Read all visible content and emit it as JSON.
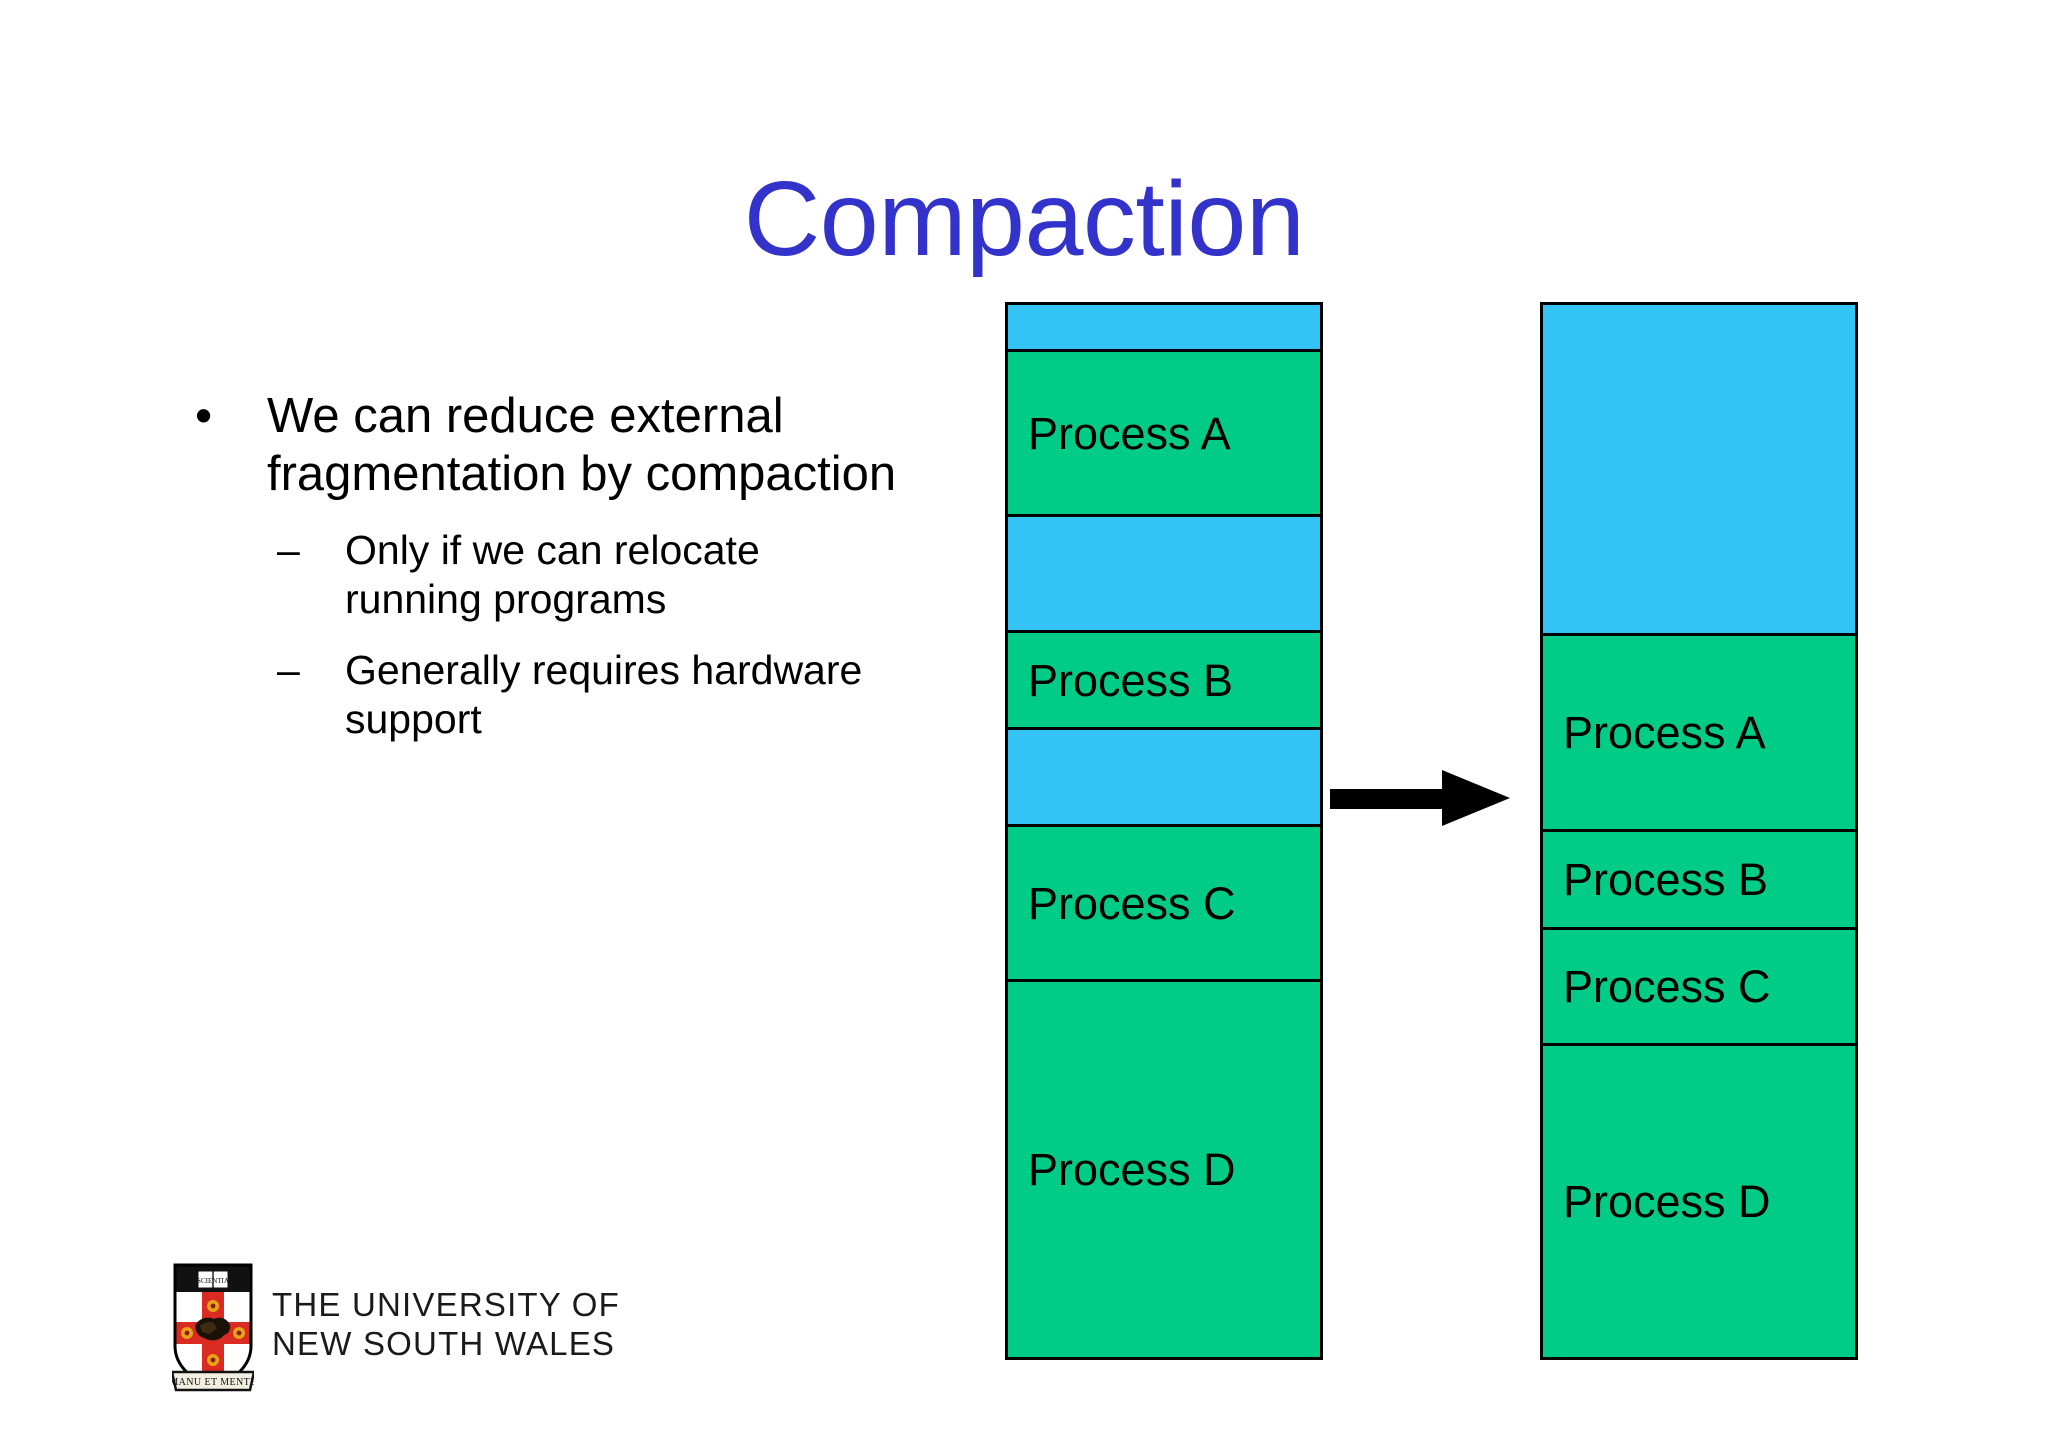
{
  "slide": {
    "title": "Compaction",
    "title_color": "#3333CC",
    "background": "#FFFFFF"
  },
  "body": {
    "bullets": [
      {
        "level": 1,
        "marker": "•",
        "text": "We can reduce external fragmentation by compaction"
      },
      {
        "level": 2,
        "marker": "–",
        "text": "Only if we can relocate running programs"
      },
      {
        "level": 2,
        "marker": "–",
        "text": "Generally requires hardware support"
      }
    ]
  },
  "diagram": {
    "colors": {
      "allocated": "#00CC88",
      "free": "#33C3F5",
      "border": "#000000"
    },
    "arrow_label": "compaction-arrow",
    "before": {
      "caption": "",
      "segments": [
        {
          "label": "",
          "kind": "free",
          "height_pct": 4.5
        },
        {
          "label": "Process A",
          "kind": "allocated",
          "height_pct": 15.7
        },
        {
          "label": "",
          "kind": "free",
          "height_pct": 11.0
        },
        {
          "label": "Process B",
          "kind": "allocated",
          "height_pct": 9.2
        },
        {
          "label": "",
          "kind": "free",
          "height_pct": 9.2
        },
        {
          "label": "Process C",
          "kind": "allocated",
          "height_pct": 14.8
        },
        {
          "label": "Process D",
          "kind": "allocated",
          "height_pct": 35.6
        }
      ]
    },
    "after": {
      "caption": "",
      "segments": [
        {
          "label": "",
          "kind": "free",
          "height_pct": 31.5
        },
        {
          "label": "Process A",
          "kind": "allocated",
          "height_pct": 18.6
        },
        {
          "label": "Process B",
          "kind": "allocated",
          "height_pct": 9.3
        },
        {
          "label": "Process C",
          "kind": "allocated",
          "height_pct": 11.0
        },
        {
          "label": "Process D",
          "kind": "allocated",
          "height_pct": 29.6
        }
      ]
    }
  },
  "footer": {
    "logo": {
      "line1": "THE UNIVERSITY OF",
      "line2": "NEW SOUTH WALES",
      "crest_motto": "MANU ET MENTE",
      "crest_banner": "SCIENTIA",
      "crest_colors": {
        "shield_red": "#D92B22",
        "shield_black": "#111111",
        "shield_white": "#FFFFFF",
        "gold": "#E8A317",
        "motto_bg": "#F2EFE0"
      }
    }
  }
}
